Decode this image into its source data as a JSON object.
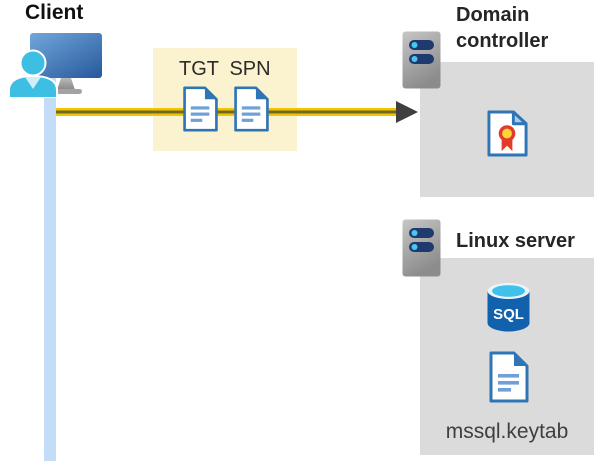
{
  "client": {
    "label": "Client"
  },
  "token_box": {
    "tgt_label": "TGT",
    "spn_label": "SPN"
  },
  "domain_controller": {
    "title": "Domain controller"
  },
  "linux_server": {
    "title": "Linux server",
    "keytab_label": "mssql.keytab",
    "sql_icon_label": "SQL"
  },
  "icons": {
    "client": "person-at-monitor-icon",
    "tgt_ticket": "document-icon",
    "spn_ticket": "document-icon",
    "domain_controller": "server-tower-icon",
    "certificate": "certificate-icon",
    "linux_server": "server-tower-icon",
    "sql_database": "sql-database-icon",
    "keytab_file": "document-icon",
    "flow": "gold-arrow-right"
  },
  "colors": {
    "token_box_bg": "#FBF3CF",
    "server_box_bg": "#DBDBDB",
    "arrow_gold": "#F5C400",
    "arrow_core": "#6E6A25",
    "arrowhead_gray": "#3F3F3F",
    "client_line_blue": "#C3DCF8",
    "document_blue": "#2E75B6",
    "document_line_blue": "#6FA0D8",
    "sql_body_blue": "#1261AC",
    "sql_top_cyan": "#41C0EA",
    "certificate_red": "#E23B2B",
    "certificate_yellow": "#FFD237",
    "person_cyan": "#3DBEE3",
    "monitor_blue_light": "#71A7DC",
    "monitor_blue_dark": "#2A5C9E",
    "server_body_gray_light": "#C6C6C6",
    "server_body_gray_dark": "#8C8C8C",
    "server_bar_navy": "#1E3A6E",
    "server_dot_cyan": "#49C7F2",
    "title_text": "#262626",
    "label_text": "#3F3F3F"
  }
}
